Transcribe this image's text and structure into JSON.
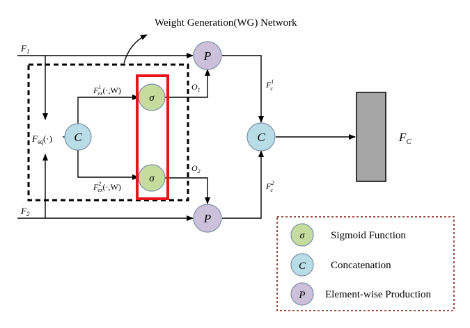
{
  "title": "Weight Generation(WG) Network",
  "inputs": {
    "f1": "F",
    "f1_sub": "1",
    "f2": "F",
    "f2_sub": "2"
  },
  "squeeze": {
    "label": "F",
    "sub": "sq",
    "arg": "(·)"
  },
  "excitation": {
    "top": {
      "base": "F",
      "sub": "ex",
      "sup": "1",
      "arg": "(·,W)"
    },
    "bottom": {
      "base": "F",
      "sub": "ex",
      "sup": "2",
      "arg": "(·,W)"
    }
  },
  "outputs": {
    "o1": "O",
    "o1_sub": "1",
    "o2": "O",
    "o2_sub": "2"
  },
  "fused": {
    "c1": "F",
    "c1_sub": "c",
    "c1_sup": "1",
    "c2": "F",
    "c2_sub": "c",
    "c2_sup": "2"
  },
  "final_output": {
    "label": "F",
    "sub": "C"
  },
  "nodes": {
    "sigma": "σ",
    "concat": "C",
    "product": "P"
  },
  "legend": {
    "items": [
      {
        "symbol": "σ",
        "label": "Sigmoid Function",
        "color": "#c5dc9e"
      },
      {
        "symbol": "C",
        "label": "Concatenation",
        "color": "#b8dde7"
      },
      {
        "symbol": "P",
        "label": "Element-wise Production",
        "color": "#ccc0da"
      }
    ]
  },
  "colors": {
    "sigmoid": "#c5dc9e",
    "concat": "#b8dde7",
    "product": "#ccc0da",
    "node_stroke": "#7a8fa6",
    "highlight": "#e8141c",
    "output_block": "#a6a6a6",
    "legend_border": "#8b3a2e"
  }
}
